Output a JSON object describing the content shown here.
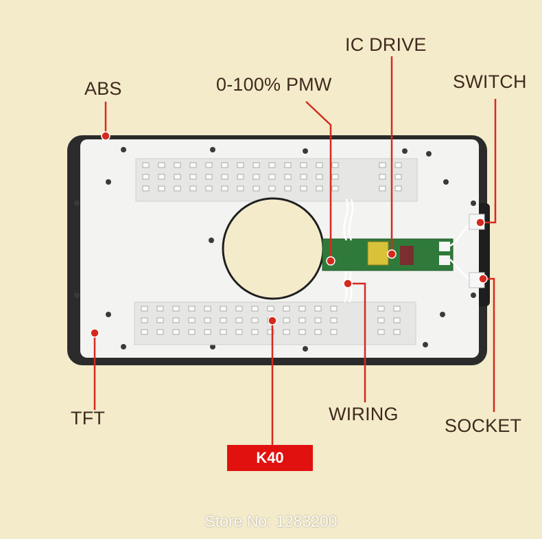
{
  "labels": {
    "abs": "ABS",
    "pmw": "0-100% PMW",
    "ic_drive": "IC DRIVE",
    "switch": "SWITCH",
    "tft": "TFT",
    "wiring": "WIRING",
    "socket": "SOCKET",
    "model": "K40"
  },
  "watermark": "Store No: 1283200",
  "colors": {
    "background": "#f4ebcb",
    "panel": "#f3f3f1",
    "frame": "#2b2b2b",
    "label_text": "#3f2a1c",
    "callout": "#d42a1e",
    "pcb": "#2f7a3a",
    "badge": "#e1110f"
  }
}
